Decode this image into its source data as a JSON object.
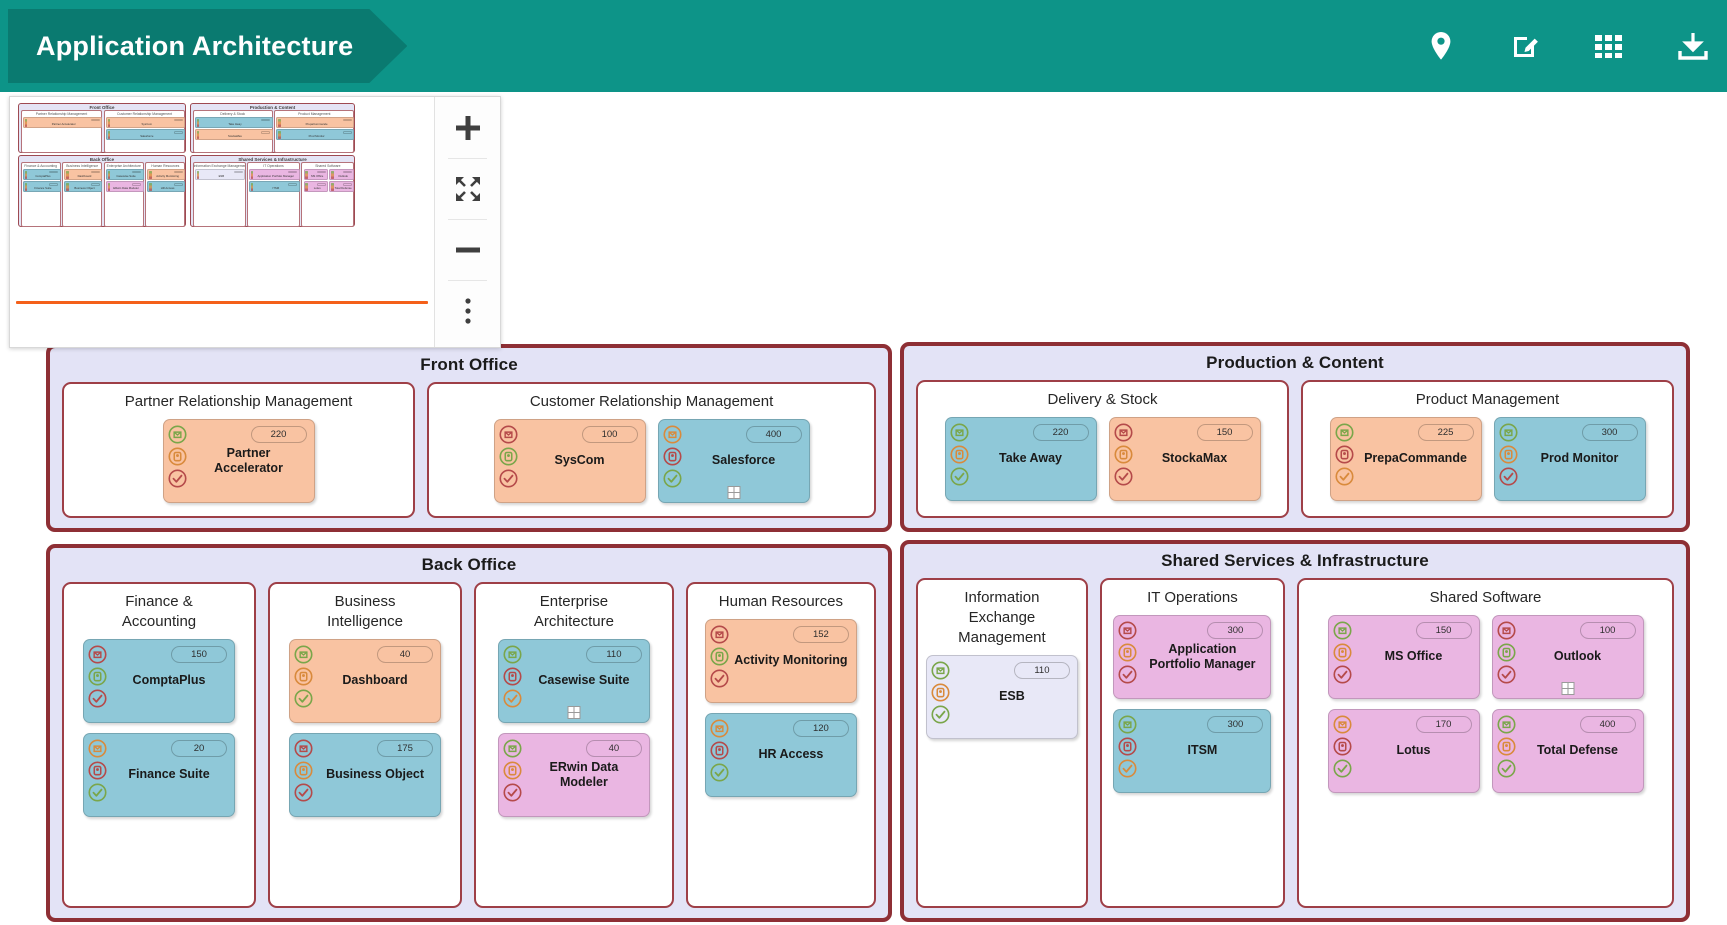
{
  "header": {
    "title": "Application Architecture",
    "brand_color": "#0d9488",
    "chevron_color": "#0a7a70",
    "actions": [
      {
        "name": "location-pin-icon",
        "label": "Location"
      },
      {
        "name": "edit-square-icon",
        "label": "Edit"
      },
      {
        "name": "grid-apps-icon",
        "label": "Apps"
      },
      {
        "name": "download-icon",
        "label": "Download"
      }
    ]
  },
  "minimap": {
    "viewport_marker_color": "#f4601a",
    "tools": [
      {
        "name": "zoom-in-button",
        "label": "+"
      },
      {
        "name": "fit-to-screen-button",
        "label": "Fit"
      },
      {
        "name": "zoom-out-button",
        "label": "−"
      },
      {
        "name": "more-options-button",
        "label": "More"
      }
    ]
  },
  "diagram": {
    "domain_border_color": "#8e2f35",
    "domain_fill_color": "#e3e3f6",
    "group_border_color": "#9e3f47",
    "domains": [
      {
        "id": "front-office",
        "title": "Front Office",
        "groups": [
          {
            "id": "partner-relationship-management",
            "title": "Partner Relationship Management",
            "cards": [
              {
                "label": "Partner Accelerator",
                "badge": "220",
                "fill": "orange",
                "sub": false
              }
            ]
          },
          {
            "id": "customer-relationship-management",
            "title": "Customer Relationship Management",
            "cards": [
              {
                "label": "SysCom",
                "badge": "100",
                "fill": "orange",
                "sub": false
              },
              {
                "label": "Salesforce",
                "badge": "400",
                "fill": "blue",
                "sub": true
              }
            ]
          }
        ]
      },
      {
        "id": "production-content",
        "title": "Production & Content",
        "groups": [
          {
            "id": "delivery-stock",
            "title": "Delivery & Stock",
            "cards": [
              {
                "label": "Take Away",
                "badge": "220",
                "fill": "blue",
                "sub": false
              },
              {
                "label": "StockaMax",
                "badge": "150",
                "fill": "orange",
                "sub": false
              }
            ]
          },
          {
            "id": "product-management",
            "title": "Product Management",
            "cards": [
              {
                "label": "PrepaCommande",
                "badge": "225",
                "fill": "orange",
                "sub": false
              },
              {
                "label": "Prod Monitor",
                "badge": "300",
                "fill": "blue",
                "sub": false
              }
            ]
          }
        ]
      },
      {
        "id": "back-office",
        "title": "Back Office",
        "groups": [
          {
            "id": "finance-accounting",
            "title": "Finance &\nAccounting",
            "cards": [
              {
                "label": "ComptaPlus",
                "badge": "150",
                "fill": "blue",
                "sub": false
              },
              {
                "label": "Finance Suite",
                "badge": "20",
                "fill": "blue",
                "sub": false
              }
            ]
          },
          {
            "id": "business-intelligence",
            "title": "Business\nIntelligence",
            "cards": [
              {
                "label": "Dashboard",
                "badge": "40",
                "fill": "orange",
                "sub": false
              },
              {
                "label": "Business Object",
                "badge": "175",
                "fill": "blue",
                "sub": false
              }
            ]
          },
          {
            "id": "enterprise-architecture",
            "title": "Enterprise\nArchitecture",
            "cards": [
              {
                "label": "Casewise Suite",
                "badge": "110",
                "fill": "blue",
                "sub": true
              },
              {
                "label": "ERwin Data Modeler",
                "badge": "40",
                "fill": "pink",
                "sub": false
              }
            ]
          },
          {
            "id": "human-resources",
            "title": "Human Resources",
            "cards": [
              {
                "label": "Activity Monitoring",
                "badge": "152",
                "fill": "orange",
                "sub": false
              },
              {
                "label": "HR Access",
                "badge": "120",
                "fill": "blue",
                "sub": false
              }
            ]
          }
        ]
      },
      {
        "id": "shared-services-infrastructure",
        "title": "Shared Services & Infrastructure",
        "groups": [
          {
            "id": "information-exchange-management",
            "title": "Information\nExchange\nManagement",
            "cards": [
              {
                "label": "ESB",
                "badge": "110",
                "fill": "pale",
                "sub": false
              }
            ]
          },
          {
            "id": "it-operations",
            "title": "IT Operations",
            "cards": [
              {
                "label": "Application Portfolio Manager",
                "badge": "300",
                "fill": "pink",
                "sub": false
              },
              {
                "label": "ITSM",
                "badge": "300",
                "fill": "blue",
                "sub": false
              }
            ]
          },
          {
            "id": "shared-software",
            "title": "Shared Software",
            "cards": [
              {
                "label": "MS Office",
                "badge": "150",
                "fill": "pink",
                "sub": false
              },
              {
                "label": "Outlook",
                "badge": "100",
                "fill": "pink",
                "sub": true
              },
              {
                "label": "Lotus",
                "badge": "170",
                "fill": "pink",
                "sub": false
              },
              {
                "label": "Total Defense",
                "badge": "400",
                "fill": "pink",
                "sub": false
              }
            ]
          }
        ]
      }
    ]
  }
}
